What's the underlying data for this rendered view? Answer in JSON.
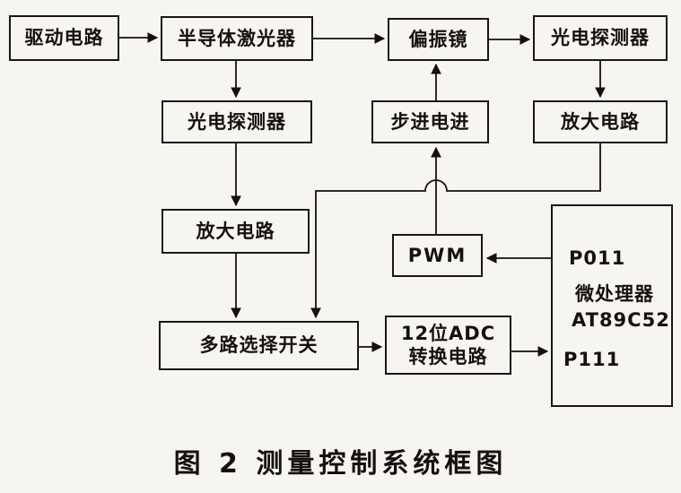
{
  "diagram": {
    "caption": "图 2  测量控制系统框图",
    "blocks": {
      "drive": "驱动电路",
      "laser": "半导体激光器",
      "polarizer": "偏振镜",
      "photodetector_top": "光电探测器",
      "photodetector_left": "光电探测器",
      "stepper_motor": "步进电进",
      "amplifier_right": "放大电路",
      "amplifier_left": "放大电路",
      "pwm": "PWM",
      "multiplexer": "多路选择开关",
      "adc_line1": "12位ADC",
      "adc_line2": "转换电路",
      "mcu_port_top": "P011",
      "mcu_title_line1": "微处理器",
      "mcu_title_line2": "AT89C52",
      "mcu_port_bottom": "P111"
    },
    "connections": [
      {
        "from": "驱动电路",
        "to": "半导体激光器"
      },
      {
        "from": "半导体激光器",
        "to": "偏振镜"
      },
      {
        "from": "偏振镜",
        "to": "光电探测器(上)"
      },
      {
        "from": "光电探测器(上)",
        "to": "放大电路(右)"
      },
      {
        "from": "半导体激光器",
        "to": "光电探测器(左)"
      },
      {
        "from": "光电探测器(左)",
        "to": "放大电路(左)"
      },
      {
        "from": "放大电路(左)",
        "to": "多路选择开关"
      },
      {
        "from": "放大电路(右)",
        "to": "多路选择开关"
      },
      {
        "from": "多路选择开关",
        "to": "12位ADC转换电路"
      },
      {
        "from": "12位ADC转换电路",
        "to": "微处理器 P111"
      },
      {
        "from": "微处理器 P011",
        "to": "PWM"
      },
      {
        "from": "PWM",
        "to": "步进电进"
      },
      {
        "from": "步进电进",
        "to": "偏振镜"
      }
    ]
  }
}
